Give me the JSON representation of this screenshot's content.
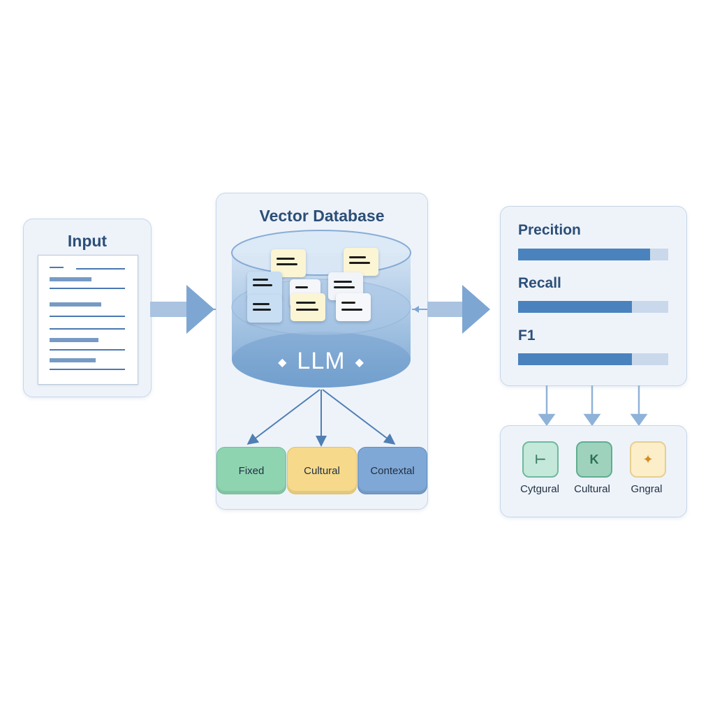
{
  "input": {
    "title": "Input"
  },
  "database": {
    "title": "Vector Database",
    "llm_label": "LLM"
  },
  "categories": [
    "Fixed",
    "Cultural",
    "Contextal"
  ],
  "metrics": [
    {
      "label": "Precition",
      "fill": 0.88
    },
    {
      "label": "Recall",
      "fill": 0.76
    },
    {
      "label": "F1",
      "fill": 0.76
    }
  ],
  "outputs": [
    {
      "label": "Cytgural",
      "icon": "glyph-icon-L"
    },
    {
      "label": "Cultural",
      "icon": "glyph-icon-K"
    },
    {
      "label": "Gngral",
      "icon": "sparkle-icon"
    }
  ],
  "colors": {
    "panel": "#eef3fa",
    "accent": "#4a82bd",
    "fixed": "#8fd4b0",
    "cultural": "#f6d98a",
    "contextual": "#7fa8d6"
  }
}
